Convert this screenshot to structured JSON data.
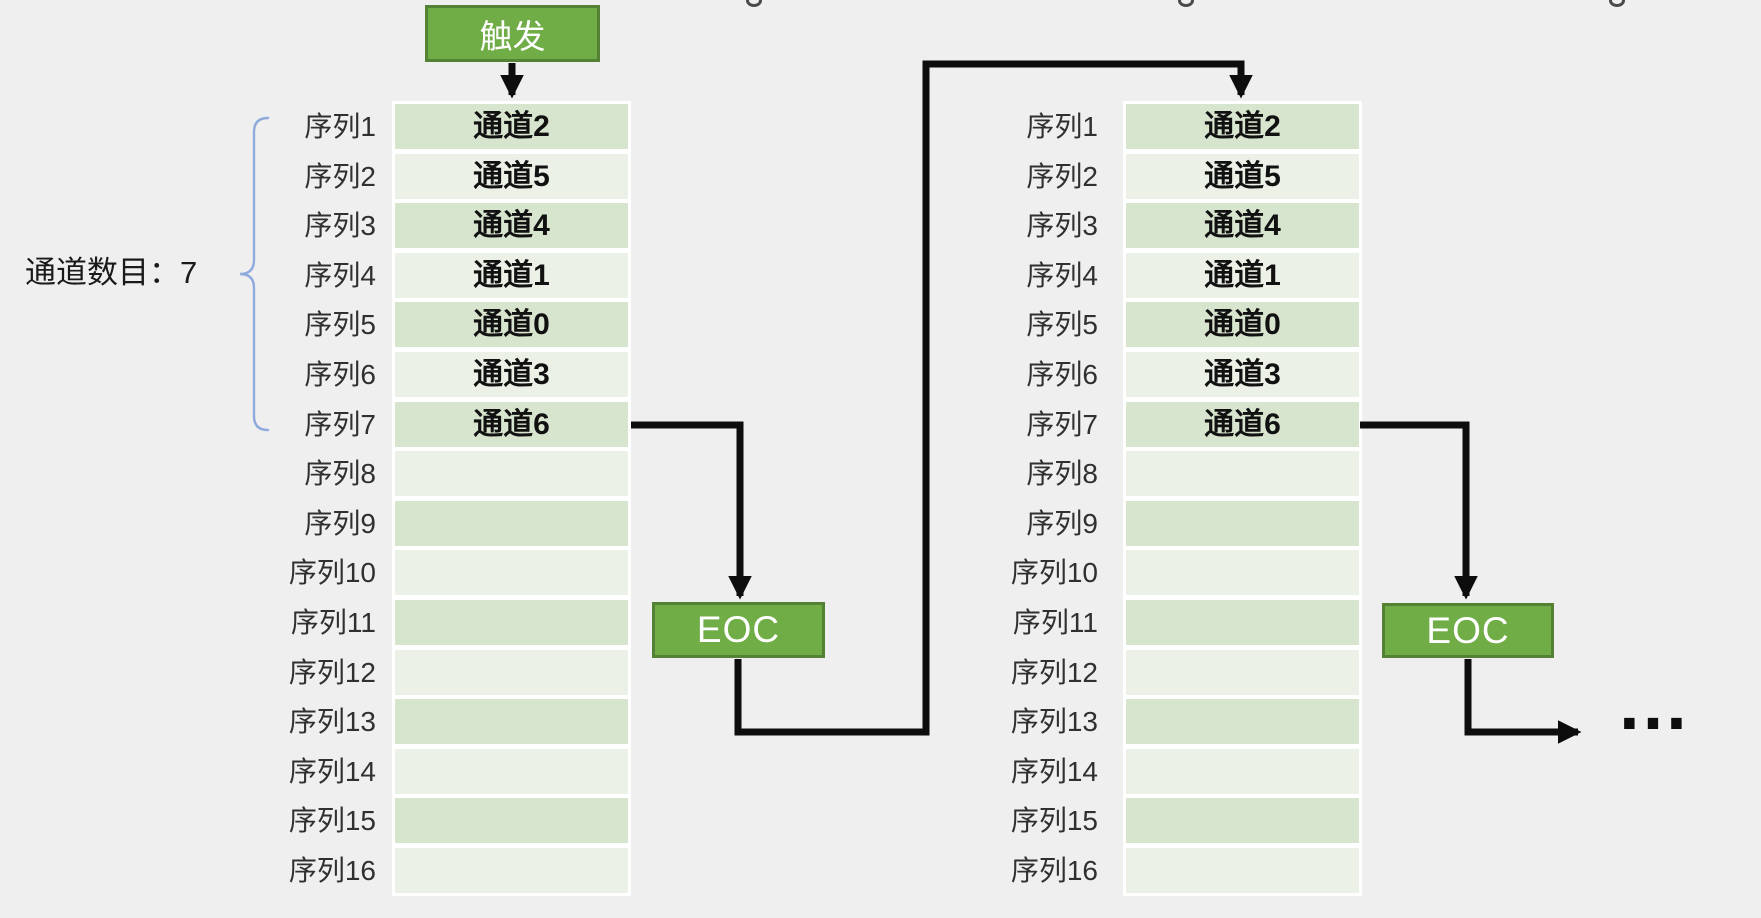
{
  "trigger": {
    "label": "触发"
  },
  "eoc": {
    "left_label": "EOC",
    "right_label": "EOC"
  },
  "channel_count": {
    "label": "通道数目：7"
  },
  "ellipsis": {
    "label": "…"
  },
  "table": {
    "sequences": [
      "序列1",
      "序列2",
      "序列3",
      "序列4",
      "序列5",
      "序列6",
      "序列7",
      "序列8",
      "序列9",
      "序列10",
      "序列11",
      "序列12",
      "序列13",
      "序列14",
      "序列15",
      "序列16"
    ],
    "channels": [
      "通道2",
      "通道5",
      "通道4",
      "通道1",
      "通道0",
      "通道3",
      "通道6",
      "",
      "",
      "",
      "",
      "",
      "",
      "",
      "",
      ""
    ]
  },
  "colors": {
    "bg": "#efefef",
    "box_green": "#70ad47",
    "box_border": "#548235",
    "row_odd": "#d7e4ce",
    "row_even": "#ebf1e6",
    "gap_white": "#ffffff",
    "brace_blue": "#8faadc",
    "arrow_black": "#0d0d0d",
    "label_text": "#303030",
    "cell_text": "#111111",
    "box_text": "#ffffff"
  }
}
